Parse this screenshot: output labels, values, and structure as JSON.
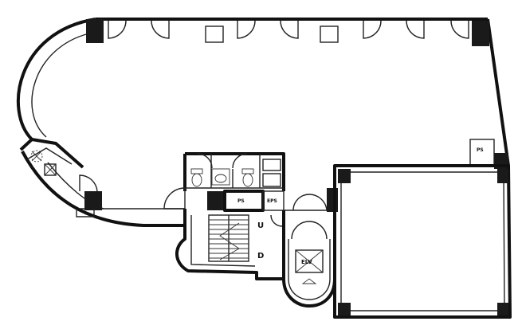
{
  "labels": {
    "ps_right": "PS",
    "ps_core": "PS",
    "eps": "EPS",
    "elevator": "ELV",
    "stair_up": "U",
    "stair_down": "D"
  }
}
